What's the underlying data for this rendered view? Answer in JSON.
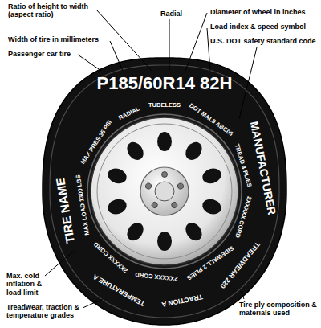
{
  "diagram": {
    "labels": [
      "Ratio of height to width (aspect ratio)",
      "Radial",
      "Diameter of wheel in inches",
      "Width of tire in millimeters",
      "Load index & speed symbol",
      "U.S. DOT safety standard code",
      "Passenger car tire",
      "P185/60R14 82H",
      "MAX PRES 35 PSI",
      "RADIAL",
      "TUBELESS",
      "DOT MAL9 ABC06",
      "TREAD 4 PLIES",
      "2XXXXX CORD",
      "SIDEWALL 2 PLIES",
      "2XXXXX CORD",
      "2XXXXX CORD",
      "MAX LOAD 1300 LBS",
      "TIRE NAME",
      "MANUFACTURER",
      "TREADWEAR 220",
      "TRACTION A",
      "TEMPERATURE A",
      "Max. cold inflation & load limit",
      "Treadwear, traction & temperature grades",
      "Tire ply composition & materials used"
    ]
  }
}
